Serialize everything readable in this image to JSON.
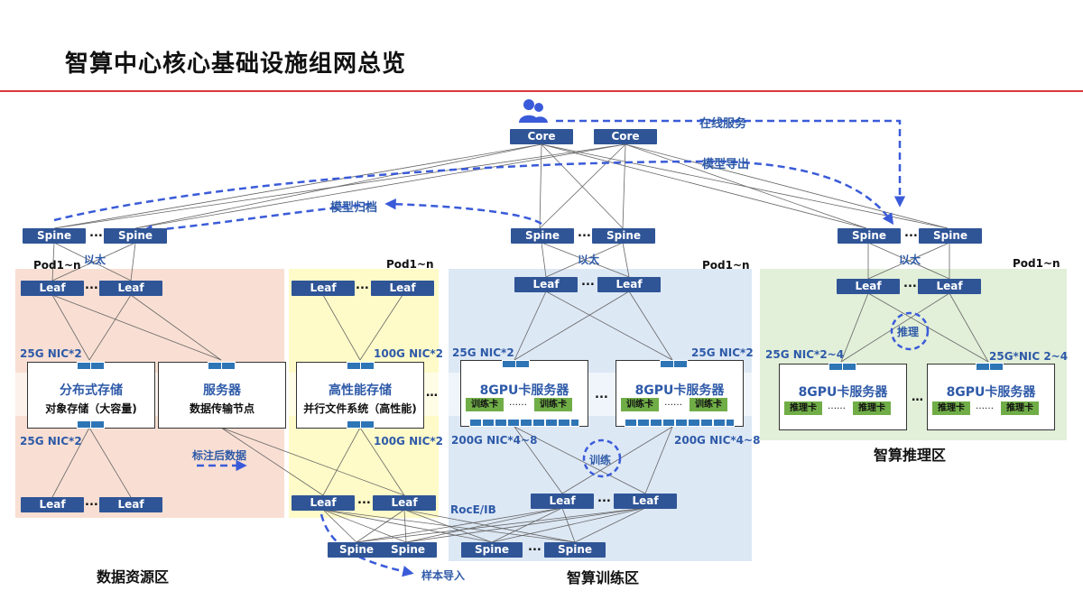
{
  "title": "智算中心核心基础设施组网总览",
  "core": {
    "left": "Core",
    "right": "Core"
  },
  "switch": {
    "spine": "Spine",
    "leaf": "Leaf",
    "dots": "..."
  },
  "flows": {
    "online": "在线服务",
    "export": "模型导出",
    "archive": "模型归档",
    "annotated": "标注后数据",
    "sample": "样本导入"
  },
  "labels": {
    "ethernet": "以太",
    "pod": "Pod1~n",
    "nic25x2": "25G NIC*2",
    "nic100x2": "100G NIC*2",
    "nic200": "200G NIC*4~8",
    "nic25x2to4": "25G NIC*2~4",
    "nic25to4b": "25G*NIC 2~4",
    "roce": "RocE/IB",
    "train": "训练",
    "infer": "推理"
  },
  "zones": {
    "data": "数据资源区",
    "training": "智算训练区",
    "inference": "智算推理区"
  },
  "boxes": {
    "dist_storage": {
      "title": "分布式存储",
      "sub": "对象存储（大容量)"
    },
    "server": {
      "title": "服务器",
      "sub": "数据传输节点"
    },
    "hpc_storage": {
      "title": "高性能存储",
      "sub": "并行文件系统（高性能)"
    },
    "gpu_server": "8GPU卡服务器",
    "train_card": "训练卡",
    "infer_card": "推理卡",
    "card_dots": "……",
    "extra_dots": "…"
  },
  "colors": {
    "switch": "#2f5597",
    "accent": "#2e5aa8",
    "data_zone": "#f9dfd3",
    "storage_zone": "#fffbc8",
    "training_zone": "#dde8f5",
    "inference_zone": "#e2efd9",
    "card": "#70ad47",
    "title_rule": "#d9393e"
  }
}
